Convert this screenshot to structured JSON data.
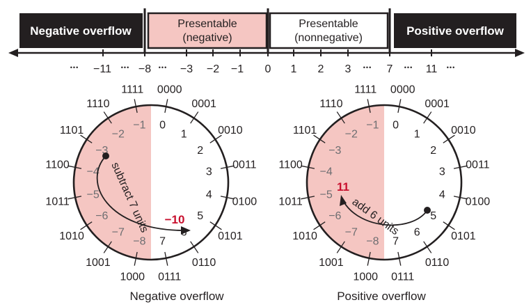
{
  "top_bar": {
    "negative_overflow": "Negative overflow",
    "presentable_negative": [
      "Presentable",
      "(negative)"
    ],
    "presentable_nonnegative": [
      "Presentable",
      "(nonnegative)"
    ],
    "positive_overflow": "Positive overflow"
  },
  "number_line": {
    "labels": [
      "•••",
      "−11",
      "•••",
      "−8",
      "•••",
      "−3",
      "−2",
      "−1",
      "0",
      "1",
      "2",
      "3",
      "•••",
      "7",
      "•••",
      "11",
      "•••"
    ]
  },
  "wheel_binary": [
    "0000",
    "0001",
    "0010",
    "0011",
    "0100",
    "0101",
    "0110",
    "0111",
    "1000",
    "1001",
    "1010",
    "1011",
    "1100",
    "1101",
    "1110",
    "1111"
  ],
  "wheel_values": [
    "0",
    "1",
    "2",
    "3",
    "4",
    "5",
    "6",
    "7",
    "−8",
    "−7",
    "−6",
    "−5",
    "−4",
    "−3",
    "−2",
    "−1"
  ],
  "left_wheel": {
    "arrow_label": "subtract 7 units",
    "result": "−10",
    "caption": "Negative overflow"
  },
  "right_wheel": {
    "arrow_label": "add 6 units",
    "result": "11",
    "caption": "Positive overflow"
  },
  "colors": {
    "bar_dark": "#231f20",
    "pink": "#f5c6c2",
    "result_red": "#c8102e",
    "negative_value_gray": "#6d6e71"
  }
}
